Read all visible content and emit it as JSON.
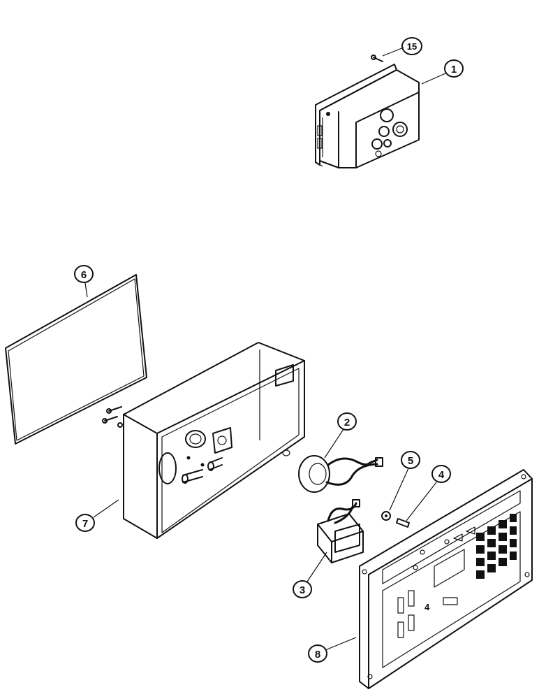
{
  "diagram": {
    "callouts": [
      {
        "id": "15",
        "label": "15"
      },
      {
        "id": "1",
        "label": "1"
      },
      {
        "id": "6",
        "label": "6"
      },
      {
        "id": "2",
        "label": "2"
      },
      {
        "id": "5",
        "label": "5"
      },
      {
        "id": "4",
        "label": "4"
      },
      {
        "id": "7",
        "label": "7"
      },
      {
        "id": "3",
        "label": "3"
      },
      {
        "id": "8",
        "label": "8"
      }
    ],
    "panel_marking": "4"
  }
}
